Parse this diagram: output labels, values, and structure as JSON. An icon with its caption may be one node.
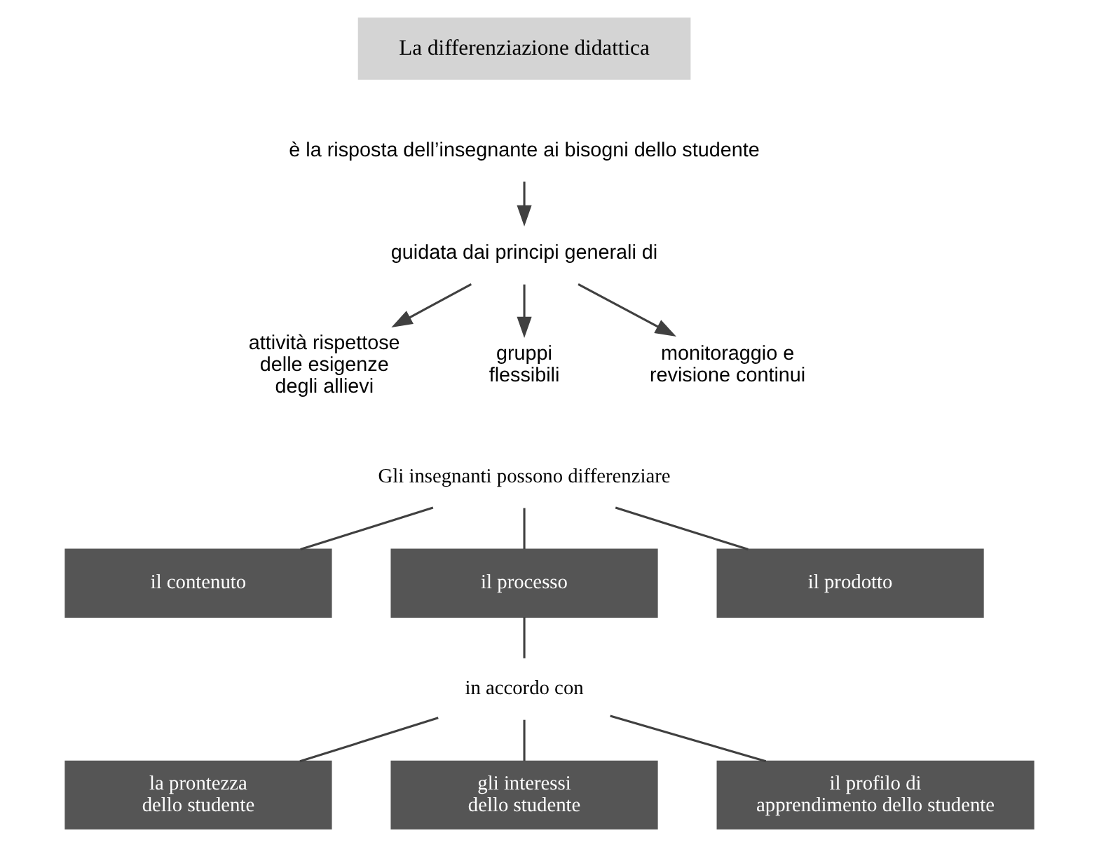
{
  "diagram": {
    "nodes": [
      {
        "text": [
          "La differenziazione didattica"
        ]
      },
      {
        "text": [
          "è la risposta dell’insegnante ai bisogni dello studente"
        ]
      },
      {
        "text": [
          "guidata dai principi generali di"
        ]
      },
      {
        "text": [
          "attività rispettose delle esigenze degli allievi"
        ]
      },
      {
        "text": [
          "gruppi flessibili"
        ]
      },
      {
        "text": [
          "monitoraggio e revisione continui"
        ]
      },
      {
        "text": [
          "Gli insegnanti possono differenziare"
        ]
      },
      {
        "text": [
          "il contenuto"
        ]
      },
      {
        "text": [
          "il processo"
        ]
      },
      {
        "text": [
          "il prodotto"
        ]
      },
      {
        "text": [
          "in accordo con"
        ]
      },
      {
        "text": [
          "la prontezza dello studente"
        ]
      },
      {
        "text": [
          "gli interessi dello studente"
        ]
      },
      {
        "text": [
          "il profilo di apprendimento dello studente"
        ]
      }
    ],
    "edges": [
      {
        "from": 1,
        "to": 2,
        "arrow": "to"
      },
      {
        "from": 2,
        "to": 3,
        "arrow": "to"
      },
      {
        "from": 2,
        "to": 4,
        "arrow": "to"
      },
      {
        "from": 2,
        "to": 5,
        "arrow": "to"
      },
      {
        "from": 6,
        "to": 7,
        "arrow": "none"
      },
      {
        "from": 6,
        "to": 8,
        "arrow": "none"
      },
      {
        "from": 6,
        "to": 9,
        "arrow": "none"
      },
      {
        "from": 8,
        "to": 10,
        "arrow": "none"
      },
      {
        "from": 10,
        "to": 11,
        "arrow": "none"
      },
      {
        "from": 10,
        "to": 12,
        "arrow": "none"
      },
      {
        "from": 10,
        "to": 13,
        "arrow": "none"
      }
    ]
  }
}
